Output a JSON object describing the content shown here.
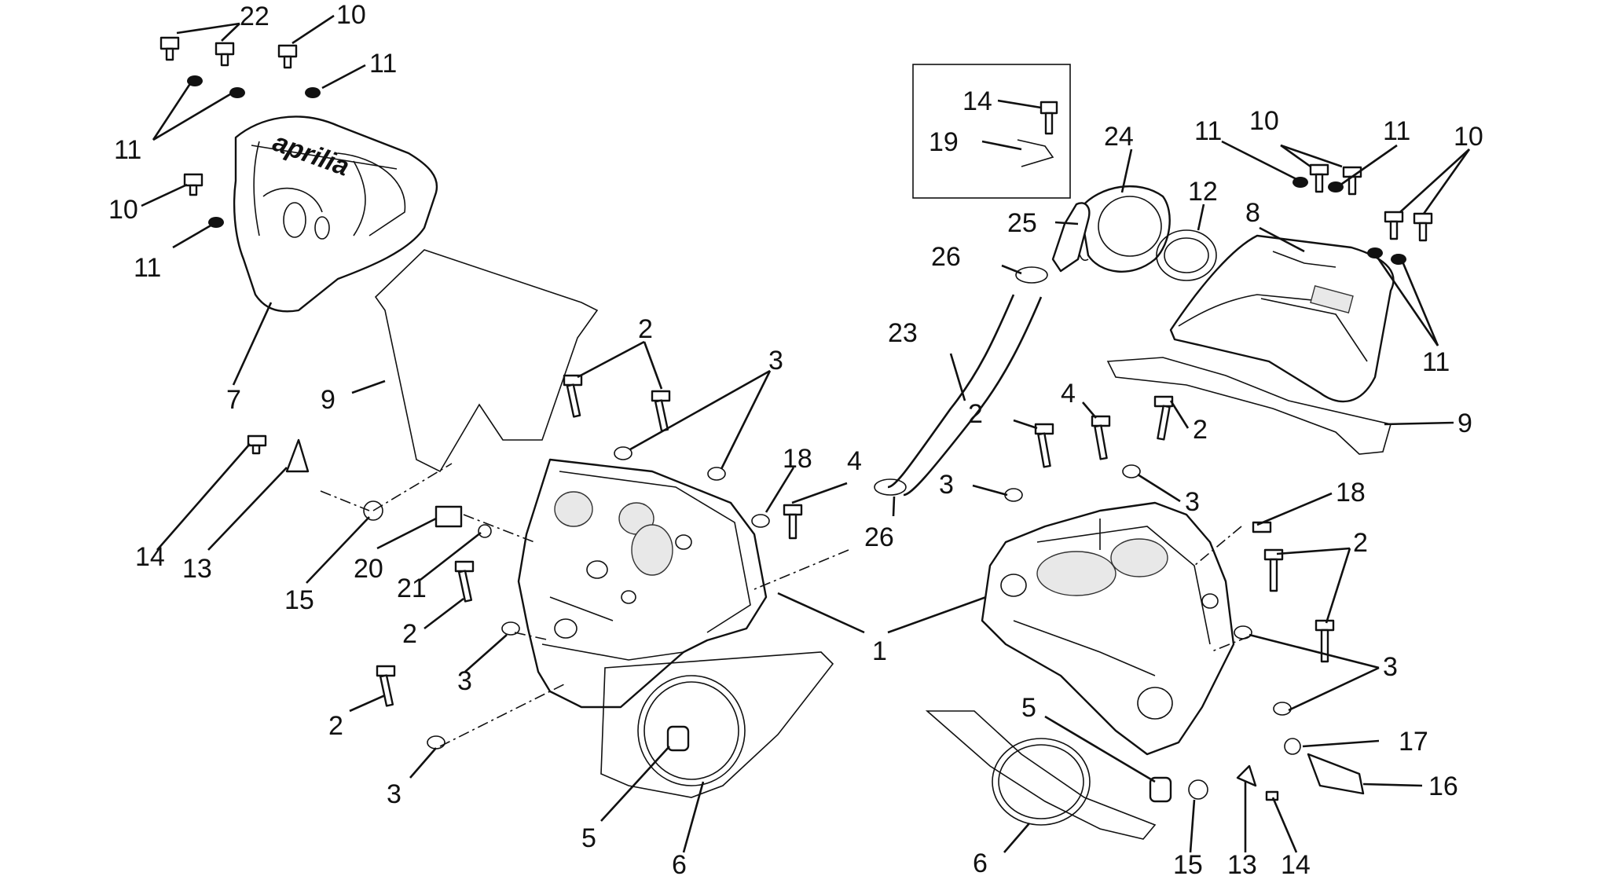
{
  "callouts": [
    {
      "id": "c01",
      "text": "22"
    },
    {
      "id": "c02",
      "text": "10"
    },
    {
      "id": "c03",
      "text": "11"
    },
    {
      "id": "c04",
      "text": "11"
    },
    {
      "id": "c05",
      "text": "10"
    },
    {
      "id": "c06",
      "text": "11"
    },
    {
      "id": "c07",
      "text": "7"
    },
    {
      "id": "c08",
      "text": "9"
    },
    {
      "id": "c09",
      "text": "2"
    },
    {
      "id": "c10",
      "text": "3"
    },
    {
      "id": "c11",
      "text": "18"
    },
    {
      "id": "c12",
      "text": "4"
    },
    {
      "id": "c13",
      "text": "14"
    },
    {
      "id": "c14",
      "text": "13"
    },
    {
      "id": "c15",
      "text": "15"
    },
    {
      "id": "c16",
      "text": "20"
    },
    {
      "id": "c17",
      "text": "21"
    },
    {
      "id": "c18",
      "text": "2"
    },
    {
      "id": "c19",
      "text": "3"
    },
    {
      "id": "c20",
      "text": "2"
    },
    {
      "id": "c21",
      "text": "3"
    },
    {
      "id": "c22",
      "text": "5"
    },
    {
      "id": "c23",
      "text": "6"
    },
    {
      "id": "c24",
      "text": "1"
    },
    {
      "id": "c25",
      "text": "14"
    },
    {
      "id": "c26",
      "text": "19"
    },
    {
      "id": "c27",
      "text": "24"
    },
    {
      "id": "c28",
      "text": "25"
    },
    {
      "id": "c29",
      "text": "12"
    },
    {
      "id": "c30",
      "text": "26"
    },
    {
      "id": "c31",
      "text": "23"
    },
    {
      "id": "c32",
      "text": "26"
    },
    {
      "id": "c33",
      "text": "11"
    },
    {
      "id": "c34",
      "text": "10"
    },
    {
      "id": "c35",
      "text": "11"
    },
    {
      "id": "c36",
      "text": "10"
    },
    {
      "id": "c37",
      "text": "8"
    },
    {
      "id": "c38",
      "text": "11"
    },
    {
      "id": "c39",
      "text": "9"
    },
    {
      "id": "c40",
      "text": "2"
    },
    {
      "id": "c41",
      "text": "4"
    },
    {
      "id": "c42",
      "text": "2"
    },
    {
      "id": "c43",
      "text": "3"
    },
    {
      "id": "c44",
      "text": "3"
    },
    {
      "id": "c45",
      "text": "18"
    },
    {
      "id": "c46",
      "text": "2"
    },
    {
      "id": "c47",
      "text": "3"
    },
    {
      "id": "c48",
      "text": "17"
    },
    {
      "id": "c49",
      "text": "16"
    },
    {
      "id": "c50",
      "text": "5"
    },
    {
      "id": "c51",
      "text": "6"
    },
    {
      "id": "c52",
      "text": "15"
    },
    {
      "id": "c53",
      "text": "13"
    },
    {
      "id": "c54",
      "text": "14"
    }
  ],
  "logo_text": "aprilia",
  "colors": {
    "ink": "#111111",
    "background": "#ffffff"
  }
}
